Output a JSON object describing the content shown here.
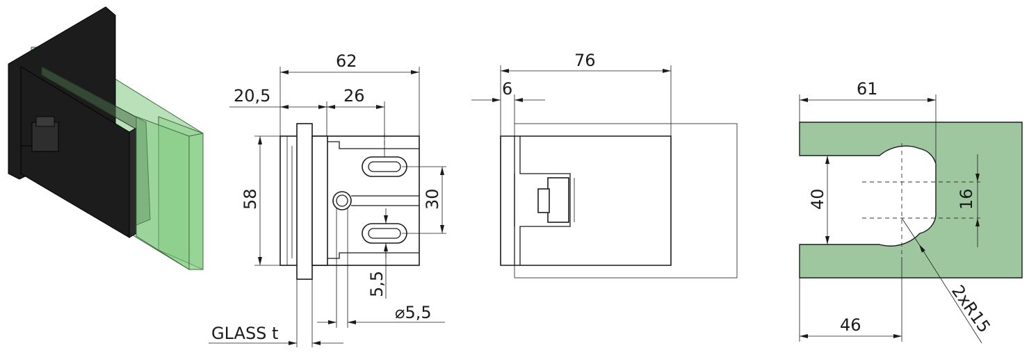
{
  "views": {
    "iso": {
      "glass_color": "#7fc97f",
      "hinge_color": "#1c1c1c"
    },
    "front": {
      "dims": {
        "width": "62",
        "offset": "20,5",
        "slot_pos": "26",
        "height": "58",
        "slot_spacing": "30",
        "slot_width": "5,5",
        "hole_dia": "5,5",
        "glass_label": "GLASS t"
      }
    },
    "side": {
      "dims": {
        "depth": "76",
        "wall": "6"
      }
    },
    "cutout": {
      "glass_color": "#9fc79f",
      "dims": {
        "width": "61",
        "height": "40",
        "center_spacing": "16",
        "center_offset": "46",
        "radius": "2xR15"
      }
    }
  }
}
